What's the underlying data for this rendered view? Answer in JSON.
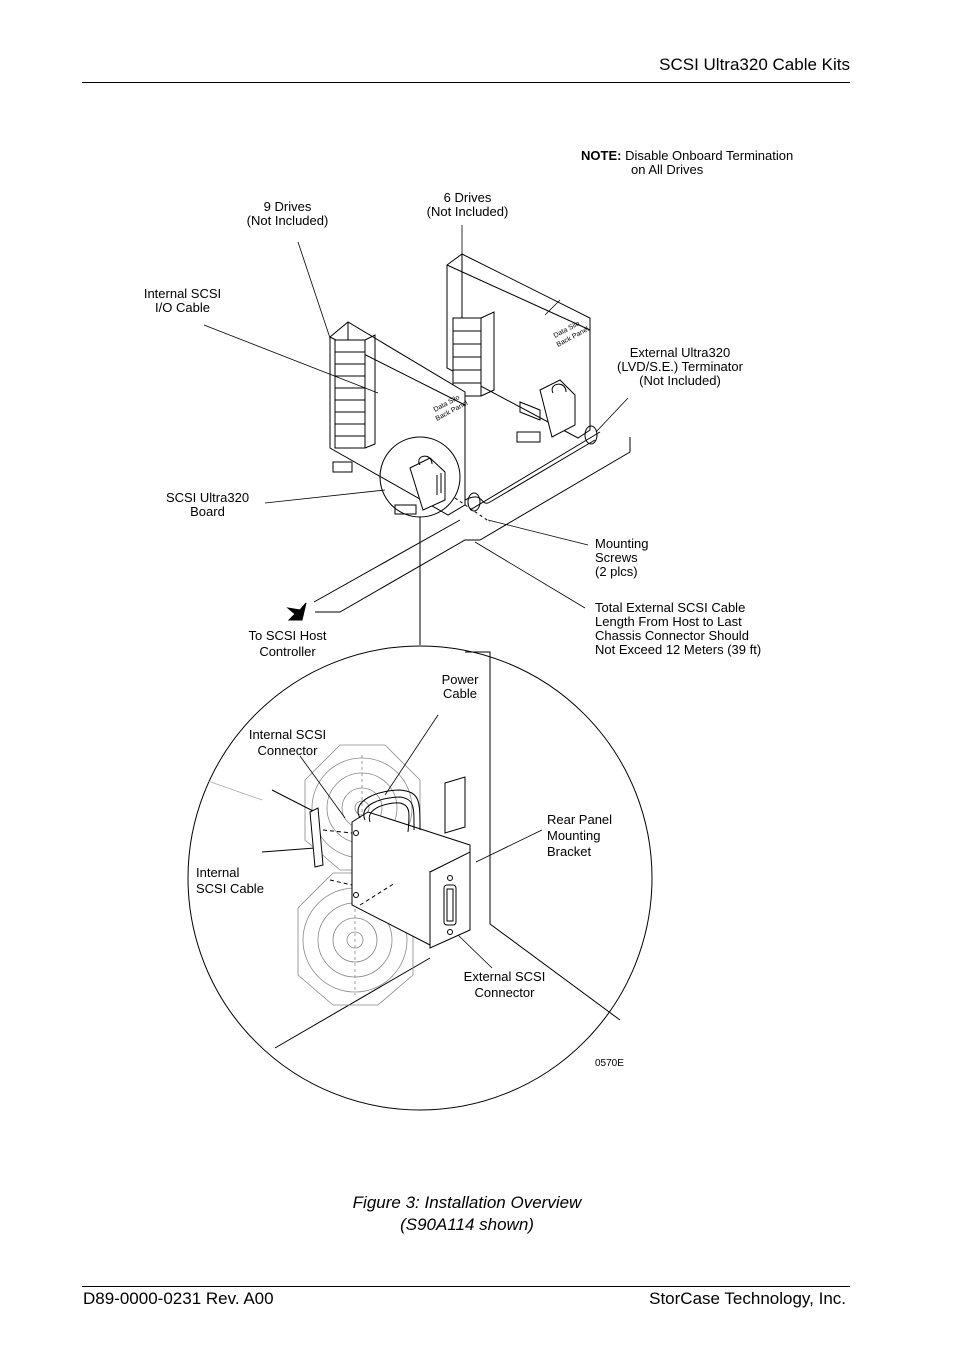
{
  "header": {
    "title": "SCSI Ultra320 Cable Kits"
  },
  "labels": {
    "note_bold": "NOTE:",
    "note_line1": "Disable Onboard Termination",
    "note_line2": "on All Drives",
    "six_drives_1": "6 Drives",
    "six_drives_2": "(Not Included)",
    "nine_drives_1": "9 Drives",
    "nine_drives_2": "(Not Included)",
    "internal_io_cable_1": "Internal SCSI",
    "internal_io_cable_2": "I/O Cable",
    "ext_terminator_1": "External Ultra320",
    "ext_terminator_2": "(LVD/S.E.) Terminator",
    "ext_terminator_3": "(Not Included)",
    "board_1": "SCSI Ultra320",
    "board_2": "Board",
    "mounting_1": "Mounting",
    "mounting_2": "Screws",
    "mounting_3": "(2 plcs)",
    "length_1": "Total External SCSI Cable",
    "length_2": "Length From Host to Last",
    "length_3": "Chassis Connector Should",
    "length_4": "Not Exceed 12 Meters (39 ft)",
    "host_1": "To SCSI Host",
    "host_2": "Controller",
    "power_1": "Power",
    "power_2": "Cable",
    "int_connector_1": "Internal SCSI",
    "int_connector_2": "Connector",
    "rear_panel_1": "Rear Panel",
    "rear_panel_2": "Mounting",
    "rear_panel_3": "Bracket",
    "int_cable_1": "Internal",
    "int_cable_2": "SCSI Cable",
    "ext_connector_1": "External SCSI",
    "ext_connector_2": "Connector",
    "drawing_code": "0570E",
    "back_panel_text_1": "Data Silo",
    "back_panel_text_2": "Back Panel"
  },
  "caption": {
    "line1": "Figure 3:   Installation Overview",
    "line2": "(S90A114  shown)"
  },
  "footer": {
    "left": "D89-0000-0231 Rev. A00",
    "right": "StorCase Technology, Inc."
  }
}
